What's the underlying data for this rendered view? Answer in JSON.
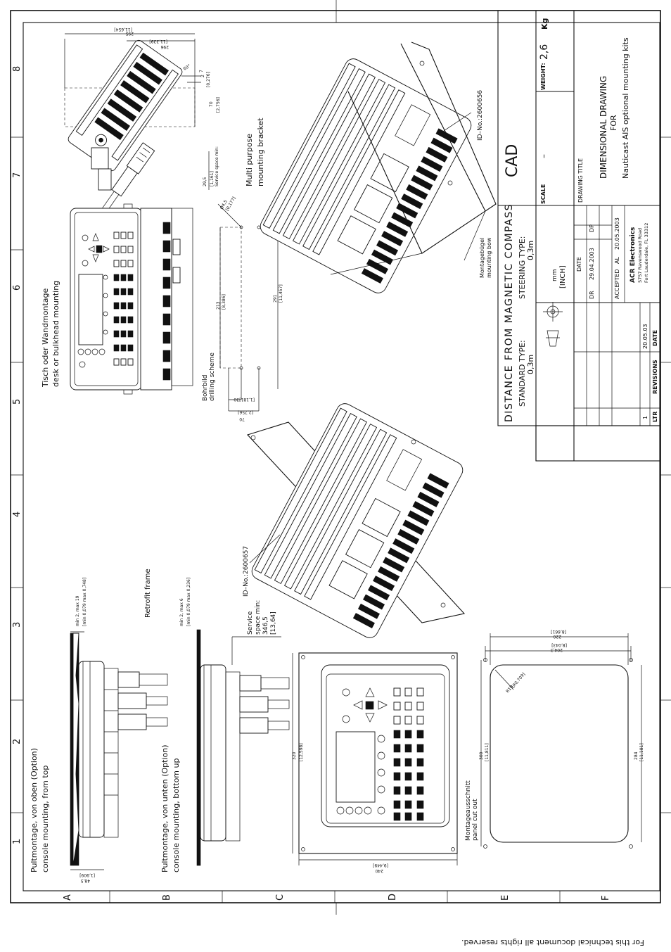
{
  "footer_note": "For this technical document all rights reserved.",
  "grid": {
    "numbers": [
      "1",
      "2",
      "3",
      "4",
      "5",
      "6",
      "7",
      "8"
    ],
    "letters": [
      "A",
      "B",
      "C",
      "D",
      "E",
      "F"
    ]
  },
  "title_block": {
    "cad": "CAD",
    "distance_heading": "DISTANCE FROM MAGNETIC COMPASS",
    "standard_type_label": "STANDARD TYPE:",
    "standard_type_value": "0,3m",
    "steering_type_label": "STEERING TYPE:",
    "steering_type_value": "0,3m",
    "scale_label": "SCALE",
    "scale_value": "–",
    "weight_label": "WEIGHT:",
    "weight_value": "2,6",
    "weight_unit": "Kg",
    "drawing_title_label": "DRAWING TITLE",
    "title_line1": "DIMENSIONAL DRAWING",
    "title_line2": "FOR",
    "title_line3": "Nauticast AIS optional mounting kits",
    "unit_mm": "mm",
    "unit_inch": "[INCH]",
    "date_label": "DATE",
    "dr_label": "DR",
    "dr_date": "29.04.2003",
    "dr_initials": "DP",
    "accepted_label": "ACCEPTED",
    "accepted_initials": "AL",
    "accepted_date": "20.05.2003",
    "company_name": "ACR Electronics",
    "company_address1": "5757 Ravenswood Road",
    "company_address2": "Fort Lauderdale, FL 33312",
    "revisions_label": "REVISIONS",
    "ltr_label": "LTR",
    "rev_date_label": "DATE",
    "rev_ltr": "1",
    "rev_date": "20.05.03"
  },
  "labels": {
    "desk_mount_de": "Tisch oder Wandmontage",
    "desk_mount_en": "desk or bulkhead mounting",
    "bracket_en1": "Multi purpose",
    "bracket_en2": "mounting bracket",
    "bow_de": "Montagebügel",
    "bow_en": "mounting bow",
    "drill_de": "Bohrbild",
    "drill_en": "drilling scheme",
    "service_min": "Service space min:",
    "id_bracket": "ID–No.:2600656",
    "id_frame": "ID–No.:2600657",
    "retrofit": "Retrofit frame",
    "service_space_1": "Service",
    "service_space_2": "space min:",
    "service_space_3": "346,5",
    "service_space_4": "[13,64]",
    "top_de": "Pultmontage, von oben (Option)",
    "top_en": "console mounting, from top",
    "bottom_de": "Pultmontage, von unten (Option)",
    "bottom_en": "console mounting, bottom up",
    "cutout_de": "Montageausschnitt",
    "cutout_en": "panel cut out"
  },
  "dims": {
    "d_2": "2",
    "d_7": "7",
    "d_0276": "[0,276]",
    "d_70": "70",
    "d_2756": "[2,756]",
    "d_60deg": "60°",
    "d_296": "296",
    "d_11654": "[11,654]",
    "d_288": "[11,339]",
    "d_295": "295",
    "d_29_5": "29,5",
    "d_1161": "[1,161]",
    "d_4_5": "Ø4,5",
    "d_0177": "[0,177]",
    "d_291": "291",
    "d_11_457": "[11,457]",
    "d_213": "213",
    "d_8_386": "[8,386]",
    "d_70b": "70",
    "d_2756b": "[2,756]",
    "d_30": "30",
    "d_1181": "[1,181]",
    "d_min19": "[min 0,079 max 0,748]",
    "d_min2_19": "min 2, max 19",
    "d_min6": "[min 0,079 max 0,236]",
    "d_min2_6": "min 2, max 6",
    "d_48_5": "48,5",
    "d_1_909": "[1,909]",
    "d_320": "320",
    "d_12_598": "[12,598]",
    "d_240": "240",
    "d_9_449": "[9,449]",
    "d_300": "300",
    "d_11_811": "[11,811]",
    "d_284": "284",
    "d_11_181": "[11,181]",
    "d_220": "220",
    "d_8_661": "[8,661]",
    "d_204_3": "204,3",
    "d_8_043": "[8,043]",
    "d_r18": "R18",
    "d_r0_709": "[R0,709]"
  }
}
